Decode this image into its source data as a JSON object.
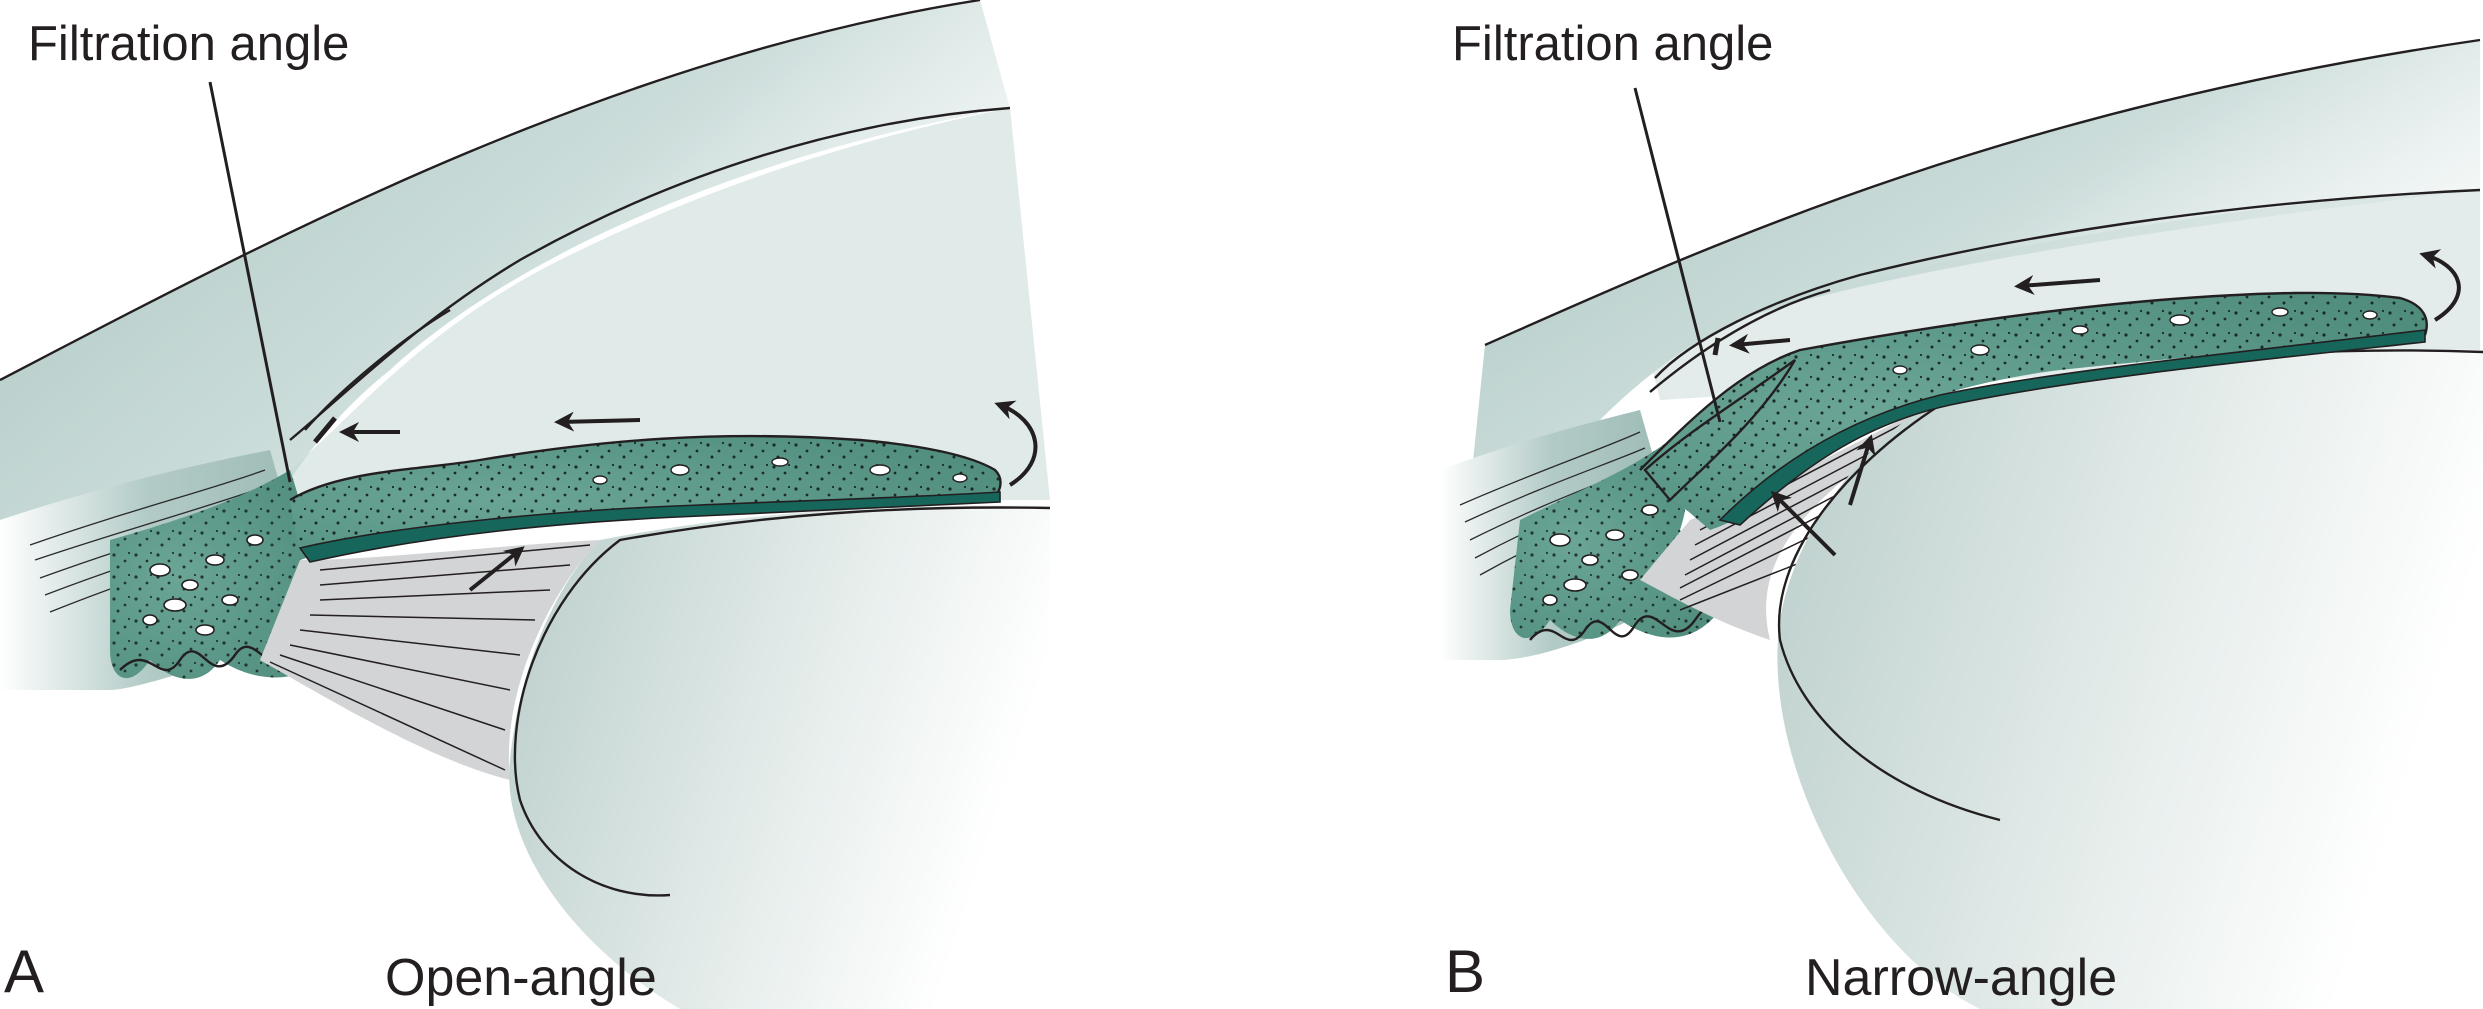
{
  "panels": [
    {
      "letter": "A",
      "caption": "Open-angle",
      "callout": "Filtration angle"
    },
    {
      "letter": "B",
      "caption": "Narrow-angle",
      "callout": "Filtration angle"
    }
  ],
  "colors": {
    "cornea_tint": "#a9c4c0",
    "iris_fill": "#5f9a8a",
    "pigment_layer": "#17665c",
    "lens_tint": "#b9cdca",
    "zonule_fill": "#d3d4d6",
    "ink": "#231f20"
  },
  "icons": [
    "flow-arrow-icon",
    "curved-flow-arrow-icon"
  ]
}
